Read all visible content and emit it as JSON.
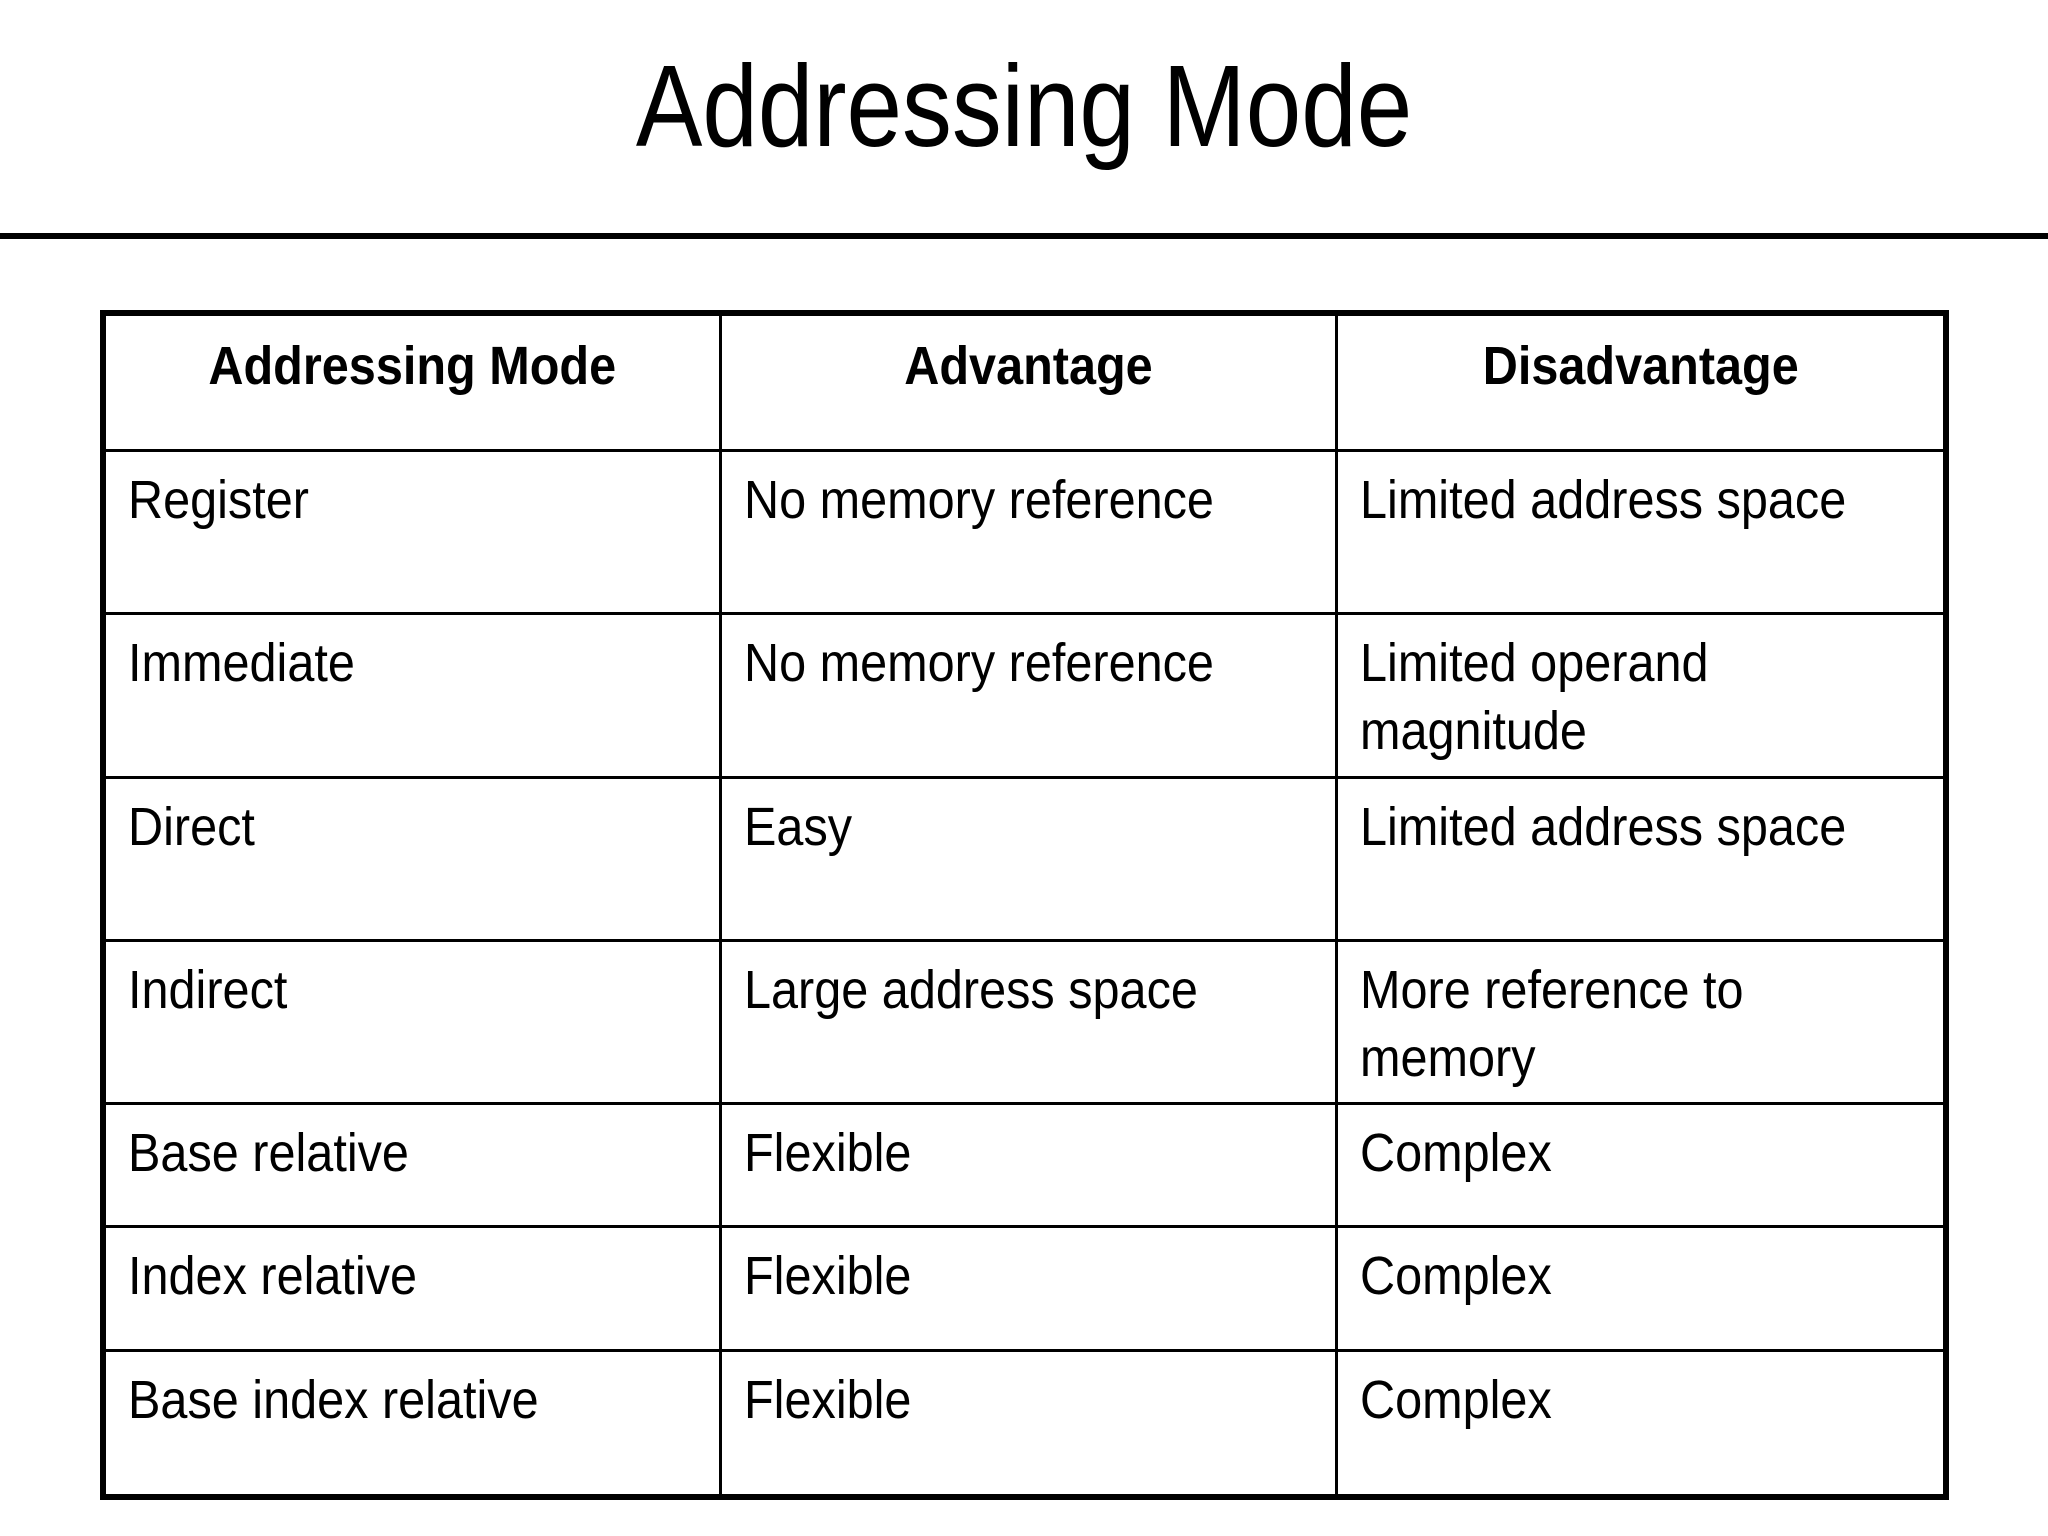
{
  "slide": {
    "title": "Addressing Mode"
  },
  "table": {
    "headers": [
      "Addressing Mode",
      "Advantage",
      "Disadvantage"
    ],
    "rows": [
      {
        "mode": "Register",
        "advantage": "No memory reference",
        "disadvantage": "Limited address space"
      },
      {
        "mode": "Immediate",
        "advantage": "No memory reference",
        "disadvantage": "Limited operand magnitude"
      },
      {
        "mode": "Direct",
        "advantage": "Easy",
        "disadvantage": "Limited address space"
      },
      {
        "mode": "Indirect",
        "advantage": "Large address space",
        "disadvantage": "More reference to memory"
      },
      {
        "mode": "Base relative",
        "advantage": "Flexible",
        "disadvantage": "Complex"
      },
      {
        "mode": "Index relative",
        "advantage": "Flexible",
        "disadvantage": "Complex"
      },
      {
        "mode": "Base index relative",
        "advantage": "Flexible",
        "disadvantage": "Complex"
      }
    ]
  },
  "colors": {
    "text": "#000000",
    "background": "#ffffff",
    "border": "#000000"
  }
}
